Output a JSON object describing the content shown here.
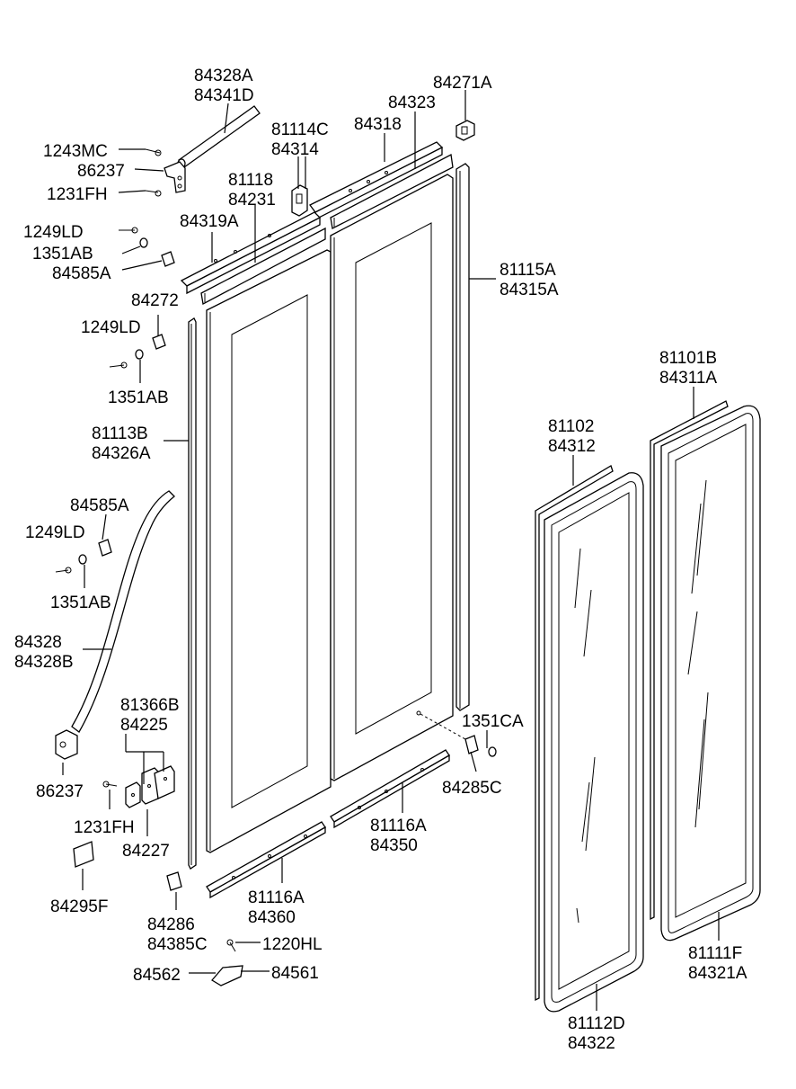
{
  "labels": {
    "l84328A": "84328A",
    "l84341D": "84341D",
    "l84271A": "84271A",
    "l84323": "84323",
    "l81114C": "81114C",
    "l84318": "84318",
    "l84314": "84314",
    "l1243MC": "1243MC",
    "l86237a": "86237",
    "l1231FHa": "1231FH",
    "l81118": "81118",
    "l84231": "84231",
    "l84319A": "84319A",
    "l1249LDa": "1249LD",
    "l1351ABa": "1351AB",
    "l84585Aa": "84585A",
    "l81115A": "81115A",
    "l84315A": "84315A",
    "l84272": "84272",
    "l1249LDb": "1249LD",
    "l1351ABb": "1351AB",
    "l81101B": "81101B",
    "l84311A": "84311A",
    "l81113B": "81113B",
    "l84326A": "84326A",
    "l81102": "81102",
    "l84312": "84312",
    "l84585Ab": "84585A",
    "l1249LDc": "1249LD",
    "l1351ABc": "1351AB",
    "l84328": "84328",
    "l84328B": "84328B",
    "l81366B": "81366B",
    "l84225": "84225",
    "l1351CA": "1351CA",
    "l84285C": "84285C",
    "l86237b": "86237",
    "l1231FHb": "1231FH",
    "l84227": "84227",
    "l81116Aa": "81116A",
    "l84350": "84350",
    "l84295F": "84295F",
    "l81116Ab": "81116A",
    "l84360": "84360",
    "l84286": "84286",
    "l84385C": "84385C",
    "l1220HL": "1220HL",
    "l84562": "84562",
    "l84561": "84561",
    "l81111F": "81111F",
    "l84321A": "84321A",
    "l81112D": "81112D",
    "l84322": "84322"
  }
}
